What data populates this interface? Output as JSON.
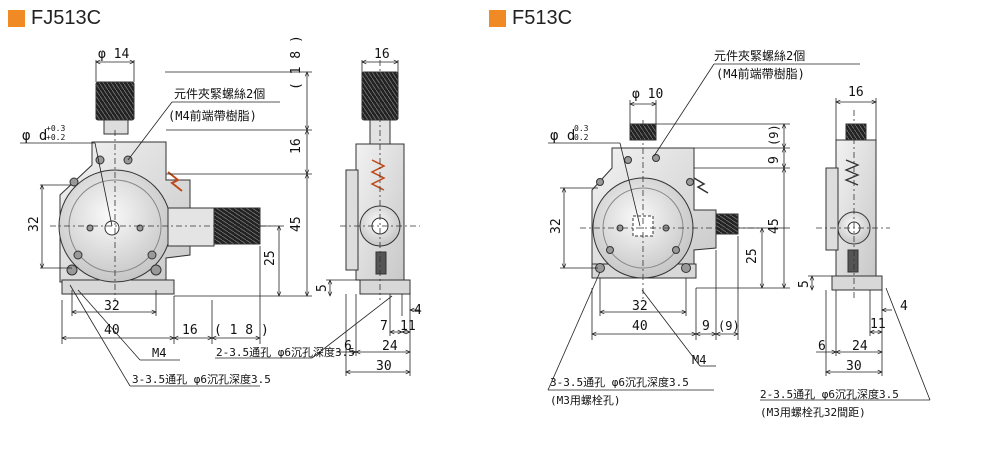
{
  "left": {
    "title": "FJ513C",
    "accent": "#f08a24",
    "callouts": {
      "hole_spec": "2-3.5通孔 φ6沉孔深度3.5",
      "hole_spec_3": "3-3.5通孔 φ6沉孔深度3.5",
      "m4": "M4",
      "clamp": "元件夾緊螺絲2個",
      "clamp_note": "(M4前端帶樹脂)"
    },
    "dims": {
      "phi14": "φ 14",
      "phi_d": "φ d",
      "tol_up": "+0.3",
      "tol_dn": "+0.2",
      "d18_top": "( 1 8 )",
      "d16_v": "16",
      "d45": "45",
      "d32_v": "32",
      "d25": "25",
      "d5": "5",
      "d32_h": "32",
      "d40": "40",
      "d16_h": "16",
      "d18_h": "( 1 8 )",
      "d16_top": "16",
      "d4": "4",
      "d7": "7",
      "d11": "11",
      "d6": "6",
      "d24": "24",
      "d30": "30"
    }
  },
  "right": {
    "title": "F513C",
    "accent": "#f08a24",
    "callouts": {
      "clamp": "元件夾緊螺絲2個",
      "clamp_note": "(M4前端帶樹脂)",
      "hole_spec_3": "3-3.5通孔 φ6沉孔深度3.5",
      "hole_note_3": "(M3用螺栓孔)",
      "m4": "M4",
      "hole_spec_2": "2-3.5通孔 φ6沉孔深度3.5",
      "hole_note_2": "(M3用螺栓孔32間距)"
    },
    "dims": {
      "phi10": "φ 10",
      "phi_d": "φ d",
      "tol_up": "0.3",
      "tol_dn": "0.2",
      "d9_paren": "(9)",
      "d9": "9",
      "d45": "45",
      "d32_v": "32",
      "d25": "25",
      "d5": "5",
      "d32_h": "32",
      "d40": "40",
      "d9_h": "9",
      "d9_hp": "(9)",
      "d16_top": "16",
      "d4": "4",
      "d11": "11",
      "d6": "6",
      "d24": "24",
      "d30": "30"
    }
  }
}
